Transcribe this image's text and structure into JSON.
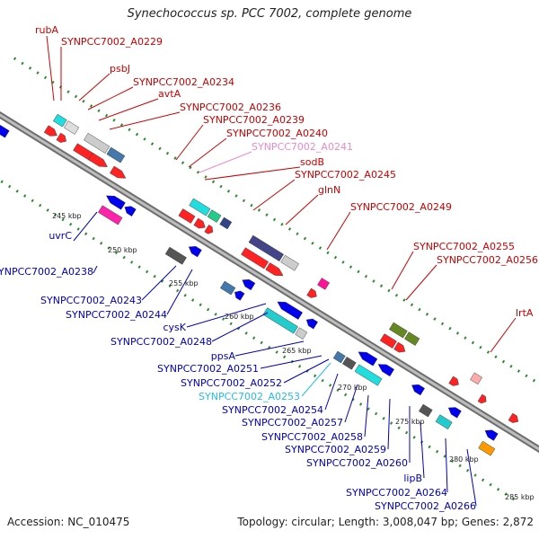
{
  "header": {
    "title": "Synechococcus sp. PCC 7002, complete genome"
  },
  "footer": {
    "accession": "Accession: NC_010475",
    "stats": "Topology: circular; Length: 3,008,047 bp; Genes: 2,872"
  },
  "colors": {
    "forward_label": "#cc0000",
    "reverse_label": "#0000bb",
    "dim_pink_label": "#ee88cc",
    "cyan_label": "#22bbee",
    "backbone": "#888888",
    "tick": "#2e8b2e"
  },
  "ticks": [
    "245 kbp",
    "250 kbp",
    "255 kbp",
    "260 kbp",
    "265 kbp",
    "270 kbp",
    "275 kbp",
    "280 kbp",
    "285 kbp"
  ],
  "forward_labels": [
    "rubA",
    "SYNPCC7002_A0229",
    "psbJ",
    "SYNPCC7002_A0234",
    "avtA",
    "SYNPCC7002_A0236",
    "SYNPCC7002_A0239",
    "SYNPCC7002_A0240",
    "SYNPCC7002_A0241",
    "sodB",
    "SYNPCC7002_A0245",
    "glnN",
    "SYNPCC7002_A0249",
    "SYNPCC7002_A0255",
    "SYNPCC7002_A0256",
    "lrtA"
  ],
  "reverse_labels": [
    "uvrC",
    "SYNPCC7002_A0238",
    "SYNPCC7002_A0243",
    "SYNPCC7002_A0244",
    "cysK",
    "SYNPCC7002_A0248",
    "ppsA",
    "SYNPCC7002_A0251",
    "SYNPCC7002_A0252",
    "SYNPCC7002_A0253",
    "SYNPCC7002_A0254",
    "SYNPCC7002_A0257",
    "SYNPCC7002_A0258",
    "SYNPCC7002_A0259",
    "SYNPCC7002_A0260",
    "lipB",
    "SYNPCC7002_A0264",
    "SYNPCC7002_A0266"
  ]
}
